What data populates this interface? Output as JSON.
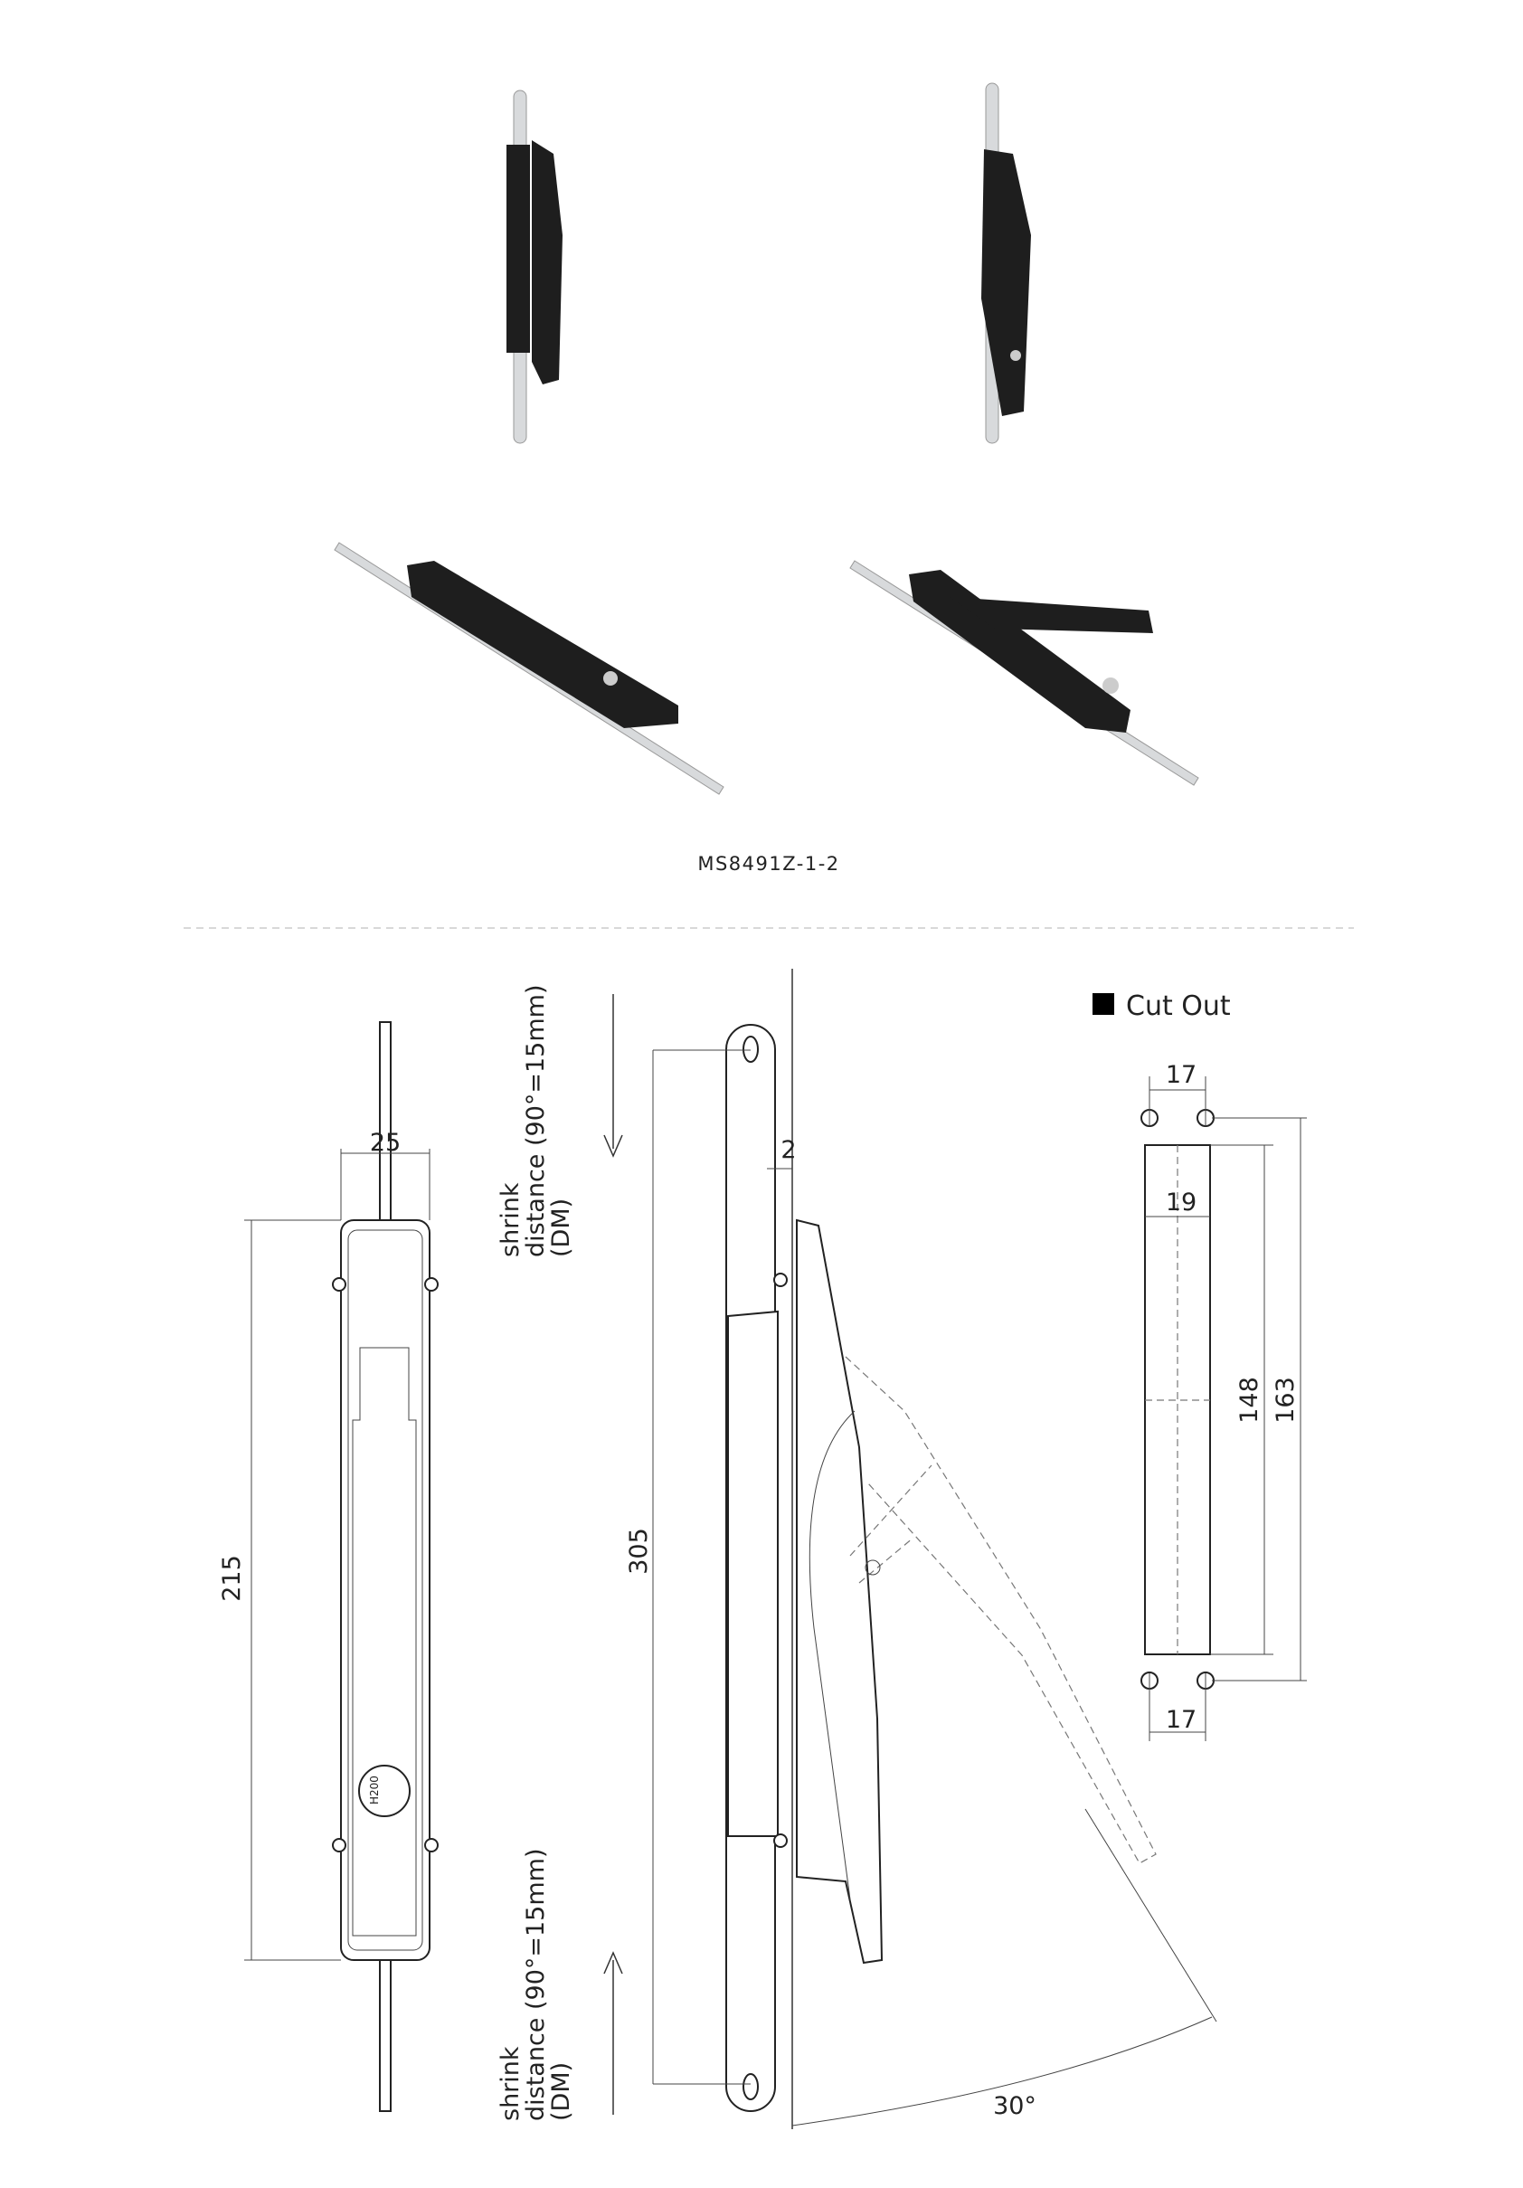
{
  "caption": "MS8491Z-1-2",
  "cutout": {
    "label": "Cut Out",
    "dim_top": "17",
    "dim_inner": "19",
    "dim_148": "148",
    "dim_163": "163",
    "dim_bottom": "17"
  },
  "front_view": {
    "width": "25",
    "height": "215",
    "key_label": "H200"
  },
  "side_view": {
    "length": "305",
    "offset": "2",
    "angle": "30°"
  },
  "shrink_note": {
    "line1": "shrink",
    "line2": "distance (90°=15mm)",
    "line3": "(DM)"
  }
}
